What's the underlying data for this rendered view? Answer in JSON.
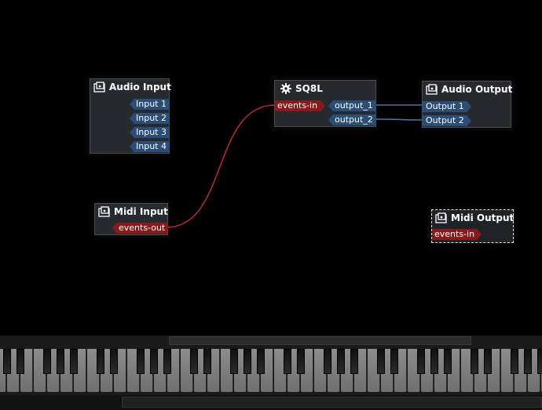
{
  "nodes": {
    "audio_input": {
      "title": "Audio Input",
      "ports": [
        "Input 1",
        "Input 2",
        "Input 3",
        "Input 4"
      ]
    },
    "sq8l": {
      "title": "SQ8L",
      "midi_in": "events-in",
      "outputs": [
        "output_1",
        "output_2"
      ]
    },
    "audio_output": {
      "title": "Audio Output",
      "ports": [
        "Output 1",
        "Output 2"
      ]
    },
    "midi_input": {
      "title": "Midi Input",
      "port": "events-out"
    },
    "midi_output": {
      "title": "Midi Output",
      "port": "events-in"
    }
  },
  "colors": {
    "audio_port": "#2b4e78",
    "midi_port": "#8a1a1a",
    "audio_wire": "#4a6fa5",
    "midi_wire": "#b02a2a"
  },
  "icons": {
    "device": "device-icon",
    "plugin": "gear-icon"
  }
}
